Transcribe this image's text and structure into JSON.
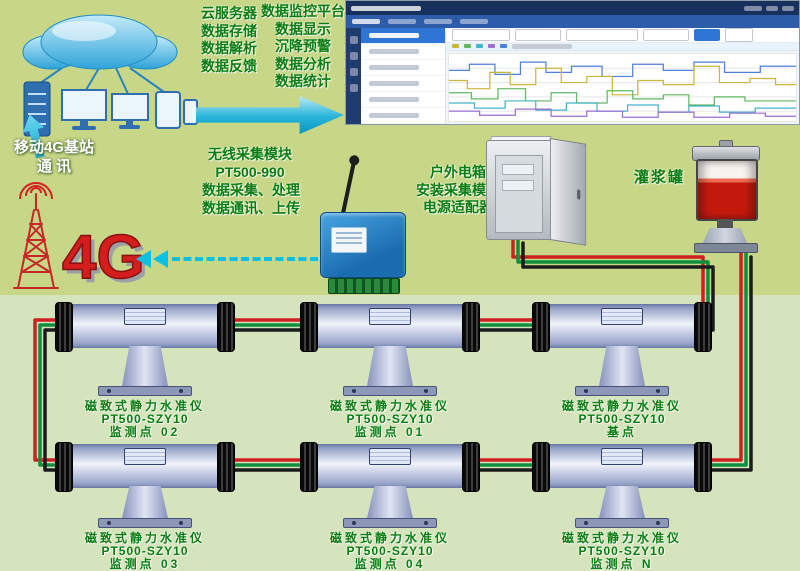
{
  "colors": {
    "wire_red": "#cf2020",
    "wire_green": "#0e8f3e",
    "wire_black": "#1b1b1b",
    "accent_cyan": "#0cc0e4",
    "text_green": "#0a7c12",
    "logo_red": "#d41e1e"
  },
  "cloud_section": {
    "server_lines": [
      "云服务器",
      "数据存储",
      "数据解析",
      "数据反馈"
    ],
    "platform_title": "数据监控平台",
    "platform_lines": [
      "数据显示",
      "沉降预警",
      "数据分析",
      "数据统计"
    ]
  },
  "base_station": {
    "line1": "移动4G基站",
    "line2": "通  讯",
    "logo": "4G"
  },
  "wireless_module": {
    "title": "无线采集模块",
    "model": "PT500-990",
    "lines": [
      "数据采集、处理",
      "数据通讯、上传"
    ]
  },
  "cabinet": {
    "lines": [
      "户外电箱",
      "安装采集模块",
      "电源适配器"
    ]
  },
  "tank": {
    "label": "灌浆罐"
  },
  "sensors": [
    {
      "name": "磁致式静力水准仪",
      "model": "PT500-SZY10",
      "point": "监测点 02"
    },
    {
      "name": "磁致式静力水准仪",
      "model": "PT500-SZY10",
      "point": "监测点 01"
    },
    {
      "name": "磁致式静力水准仪",
      "model": "PT500-SZY10",
      "point": "基点"
    },
    {
      "name": "磁致式静力水准仪",
      "model": "PT500-SZY10",
      "point": "监测点 03"
    },
    {
      "name": "磁致式静力水准仪",
      "model": "PT500-SZY10",
      "point": "监测点 04"
    },
    {
      "name": "磁致式静力水准仪",
      "model": "PT500-SZY10",
      "point": "监测点 N"
    }
  ]
}
